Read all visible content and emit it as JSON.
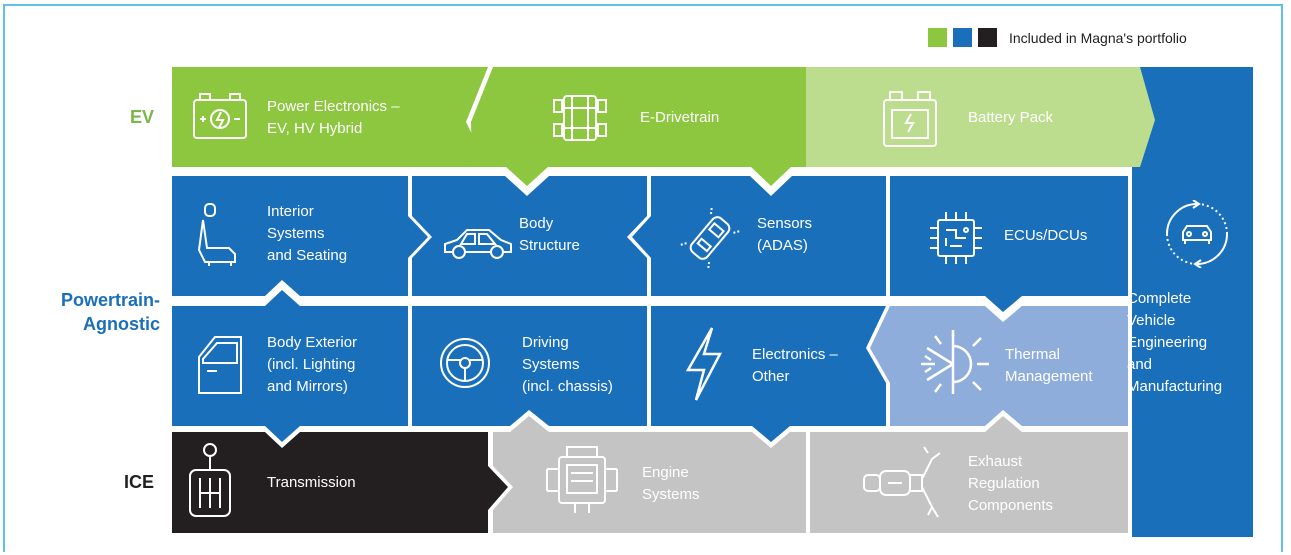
{
  "legend": {
    "text": "Included in Magna's portfolio",
    "swatches": [
      "#8dc63f",
      "#1a6fba",
      "#231f20"
    ]
  },
  "rows": {
    "ev": "EV",
    "agnostic_1": "Powertrain-",
    "agnostic_2": "Agnostic",
    "ice": "ICE"
  },
  "colors": {
    "ev_green": "#8dc63f",
    "ev_light": "#bcdd8e",
    "blue": "#1a6fba",
    "light_blue": "#8faddb",
    "black": "#231f20",
    "grey": "#c4c4c4",
    "ev_label": "#7ab648",
    "agnostic_label": "#1a6fba"
  },
  "tiles": {
    "power_electronics": {
      "l1": "Power Electronics –",
      "l2": "EV, HV Hybrid",
      "icon": "battery-charge-icon"
    },
    "e_drivetrain": {
      "l1": "E-Drivetrain",
      "icon": "chassis-icon"
    },
    "battery_pack": {
      "l1": "Battery Pack",
      "icon": "battery-icon"
    },
    "interior": {
      "l1": "Interior",
      "l2": "Systems",
      "l3": "and Seating",
      "icon": "seat-icon"
    },
    "body_structure": {
      "l1": "Body",
      "l2": "Structure",
      "icon": "car-body-icon"
    },
    "sensors": {
      "l1": "Sensors",
      "l2": "(ADAS)",
      "icon": "sensor-car-icon"
    },
    "ecus": {
      "l1": "ECUs/DCUs",
      "icon": "chip-icon"
    },
    "body_exterior": {
      "l1": "Body Exterior",
      "l2": "(incl. Lighting",
      "l3": "and Mirrors)",
      "icon": "door-icon"
    },
    "driving_systems": {
      "l1": "Driving",
      "l2": "Systems",
      "l3": "(incl. chassis)",
      "icon": "steering-wheel-icon"
    },
    "electronics_other": {
      "l1": "Electronics –",
      "l2": "Other",
      "icon": "lightning-icon"
    },
    "thermal": {
      "l1": "Thermal",
      "l2": "Management",
      "icon": "sun-snowflake-icon"
    },
    "transmission": {
      "l1": "Transmission",
      "icon": "gear-shift-icon"
    },
    "engine": {
      "l1": "Engine",
      "l2": "Systems",
      "icon": "engine-icon"
    },
    "exhaust": {
      "l1": "Exhaust",
      "l2": "Regulation",
      "l3": "Components",
      "icon": "exhaust-icon"
    },
    "complete_vehicle": {
      "l1": "Complete",
      "l2": "Vehicle",
      "l3": "Engineering",
      "l4": "and",
      "l5": "Manufacturing",
      "icon": "car-cycle-icon"
    }
  }
}
